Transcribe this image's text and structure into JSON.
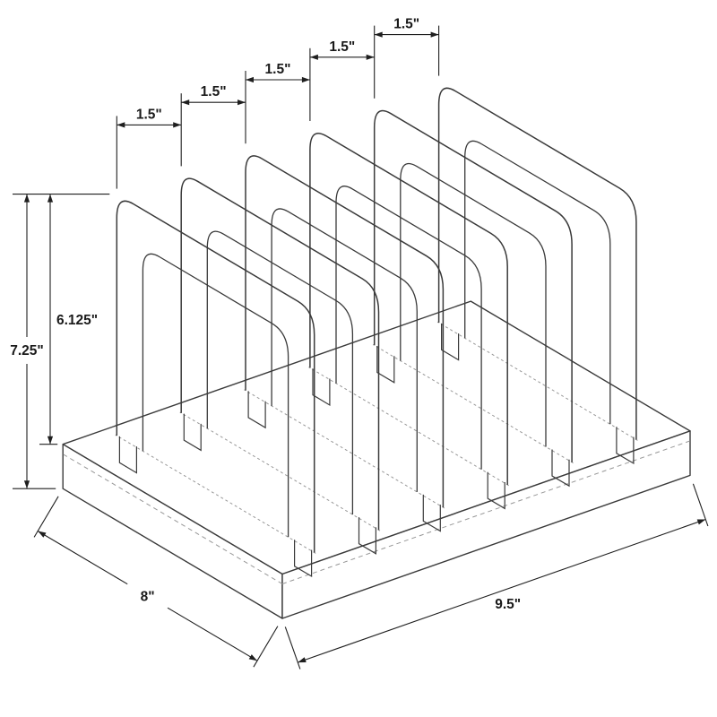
{
  "drawing": {
    "spacing_labels": [
      "1.5\"",
      "1.5\"",
      "1.5\"",
      "1.5\"",
      "1.5\""
    ],
    "divider_height_label": "6.125\"",
    "overall_height_label": "7.25\"",
    "depth_label": "8\"",
    "width_label": "9.5\""
  },
  "colors": {
    "ink": "#3a3a3a",
    "dimension": "#1f1f1f",
    "hidden_line": "#979797"
  }
}
